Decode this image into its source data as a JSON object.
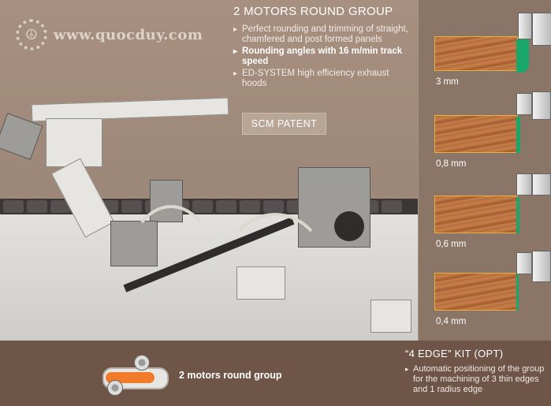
{
  "watermark": {
    "text": "www.quocduy.com"
  },
  "group": {
    "title": "2 MOTORS ROUND GROUP",
    "bullets": [
      "Perfect rounding and trimming of straight, chamfered and post formed panels",
      "Rounding angles with 16 m/min track speed",
      "ED-SYSTEM high efficiency exhaust hoods"
    ]
  },
  "patent": "SCM PATENT",
  "profiles": [
    {
      "label": "3 mm"
    },
    {
      "label": "0,8 mm"
    },
    {
      "label": "0,6 mm"
    },
    {
      "label": "0,4 mm"
    }
  ],
  "bottom": {
    "belt_label": "2 motors round group",
    "kit_title": "“4 EDGE” KIT (OPT)",
    "kit_lines": [
      "Automatic positioning of the group",
      "for the machining of 3 thin edges",
      "and 1 radius edge"
    ]
  },
  "colors": {
    "edge_green": "#1aa76c",
    "band_orange": "#ef7b2b",
    "background": "#8a7568"
  }
}
